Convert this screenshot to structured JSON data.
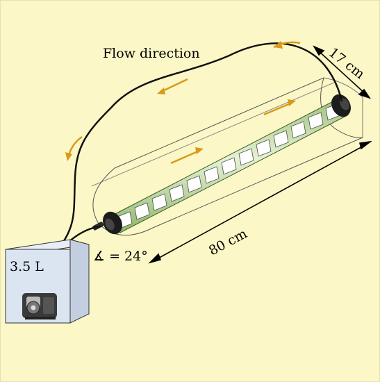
{
  "labels": {
    "flow": "Flow direction",
    "width": "17 cm",
    "length": "80 cm",
    "angle": "∡ = 24°",
    "volume": "3.5 L"
  },
  "colors": {
    "background": "#fbf7c6",
    "arrow": "#d89a19",
    "hose": "#111111",
    "box_front": "#dbe5f2",
    "box_side": "#c3cfe0",
    "box_top": "#e8eef7",
    "tube_glass": "#c9e0a6",
    "cap": "#1c1c1c"
  },
  "icons": [
    "pump-icon"
  ]
}
